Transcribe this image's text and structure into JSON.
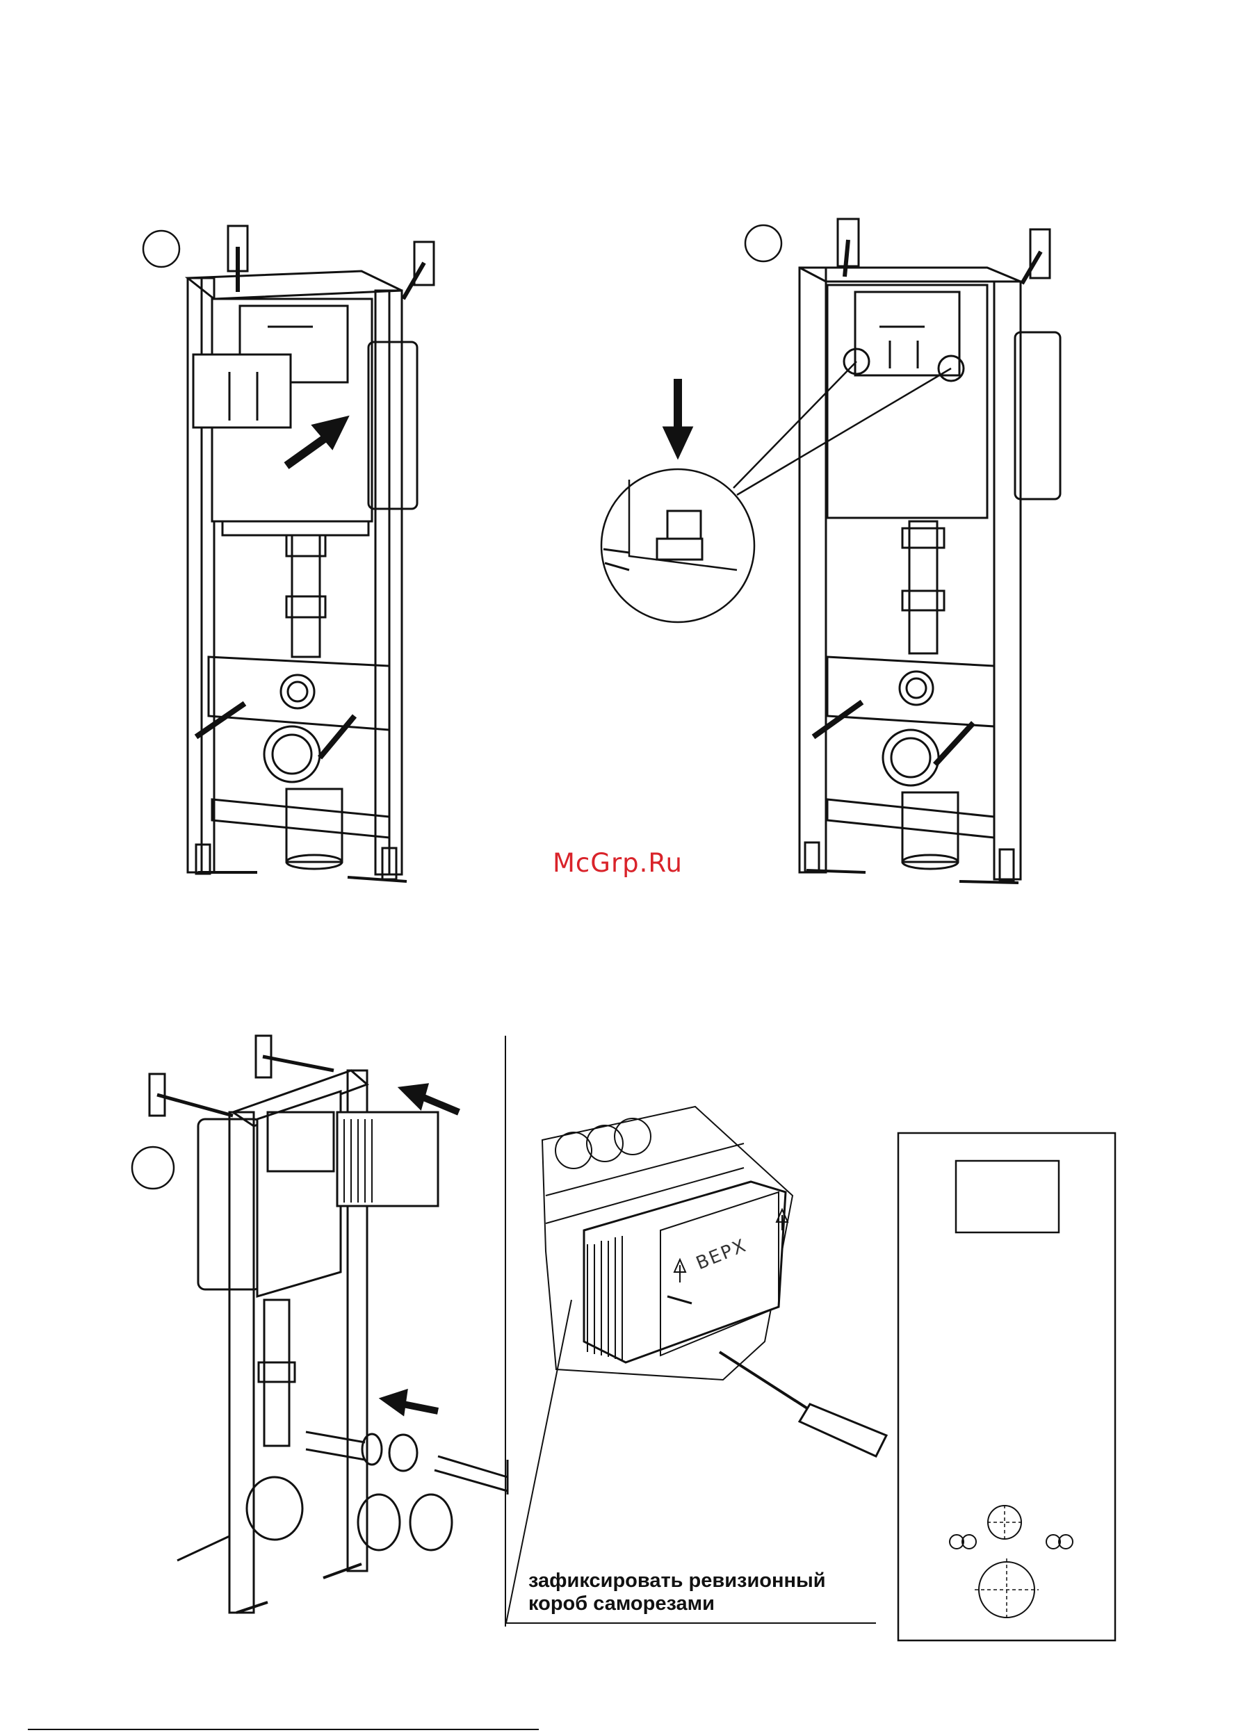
{
  "watermark": "McGrp.Ru",
  "box_label": "ВЕРХ",
  "caption": {
    "line1": "зафиксировать ревизионный",
    "line2": "короб саморезами"
  },
  "step_markers": [
    "",
    "",
    ""
  ]
}
